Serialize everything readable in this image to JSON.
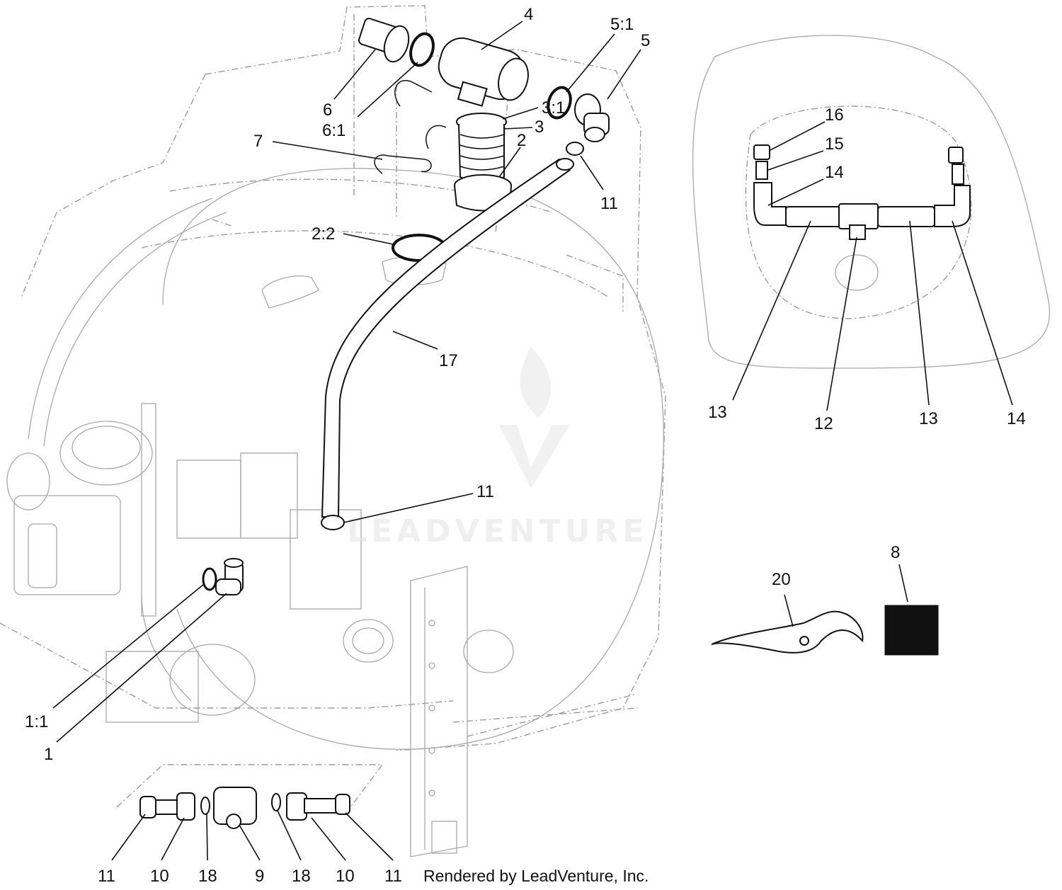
{
  "watermark": {
    "brand": "LEADVENTURE"
  },
  "footer": {
    "credit": "Rendered by LeadVenture, Inc."
  },
  "callouts": [
    {
      "id": "c4",
      "label": "4"
    },
    {
      "id": "c51",
      "label": "5:1"
    },
    {
      "id": "c5",
      "label": "5"
    },
    {
      "id": "c6",
      "label": "6"
    },
    {
      "id": "c61",
      "label": "6:1"
    },
    {
      "id": "c31",
      "label": "3:1"
    },
    {
      "id": "c3",
      "label": "3"
    },
    {
      "id": "c7",
      "label": "7"
    },
    {
      "id": "c2",
      "label": "2"
    },
    {
      "id": "c11a",
      "label": "11"
    },
    {
      "id": "c22",
      "label": "2:2"
    },
    {
      "id": "c17",
      "label": "17"
    },
    {
      "id": "c11b",
      "label": "11"
    },
    {
      "id": "c11c",
      "label": "1:1"
    },
    {
      "id": "c1",
      "label": "1"
    },
    {
      "id": "c16",
      "label": "16"
    },
    {
      "id": "c15",
      "label": "15"
    },
    {
      "id": "c14a",
      "label": "14"
    },
    {
      "id": "c13a",
      "label": "13"
    },
    {
      "id": "c12",
      "label": "12"
    },
    {
      "id": "c13b",
      "label": "13"
    },
    {
      "id": "c14b",
      "label": "14"
    },
    {
      "id": "c20",
      "label": "20"
    },
    {
      "id": "c8",
      "label": "8"
    },
    {
      "id": "c11d",
      "label": "11"
    },
    {
      "id": "c10a",
      "label": "10"
    },
    {
      "id": "c18a",
      "label": "18"
    },
    {
      "id": "c9",
      "label": "9"
    },
    {
      "id": "c18b",
      "label": "18"
    },
    {
      "id": "c10b",
      "label": "10"
    },
    {
      "id": "c11e",
      "label": "11"
    }
  ]
}
